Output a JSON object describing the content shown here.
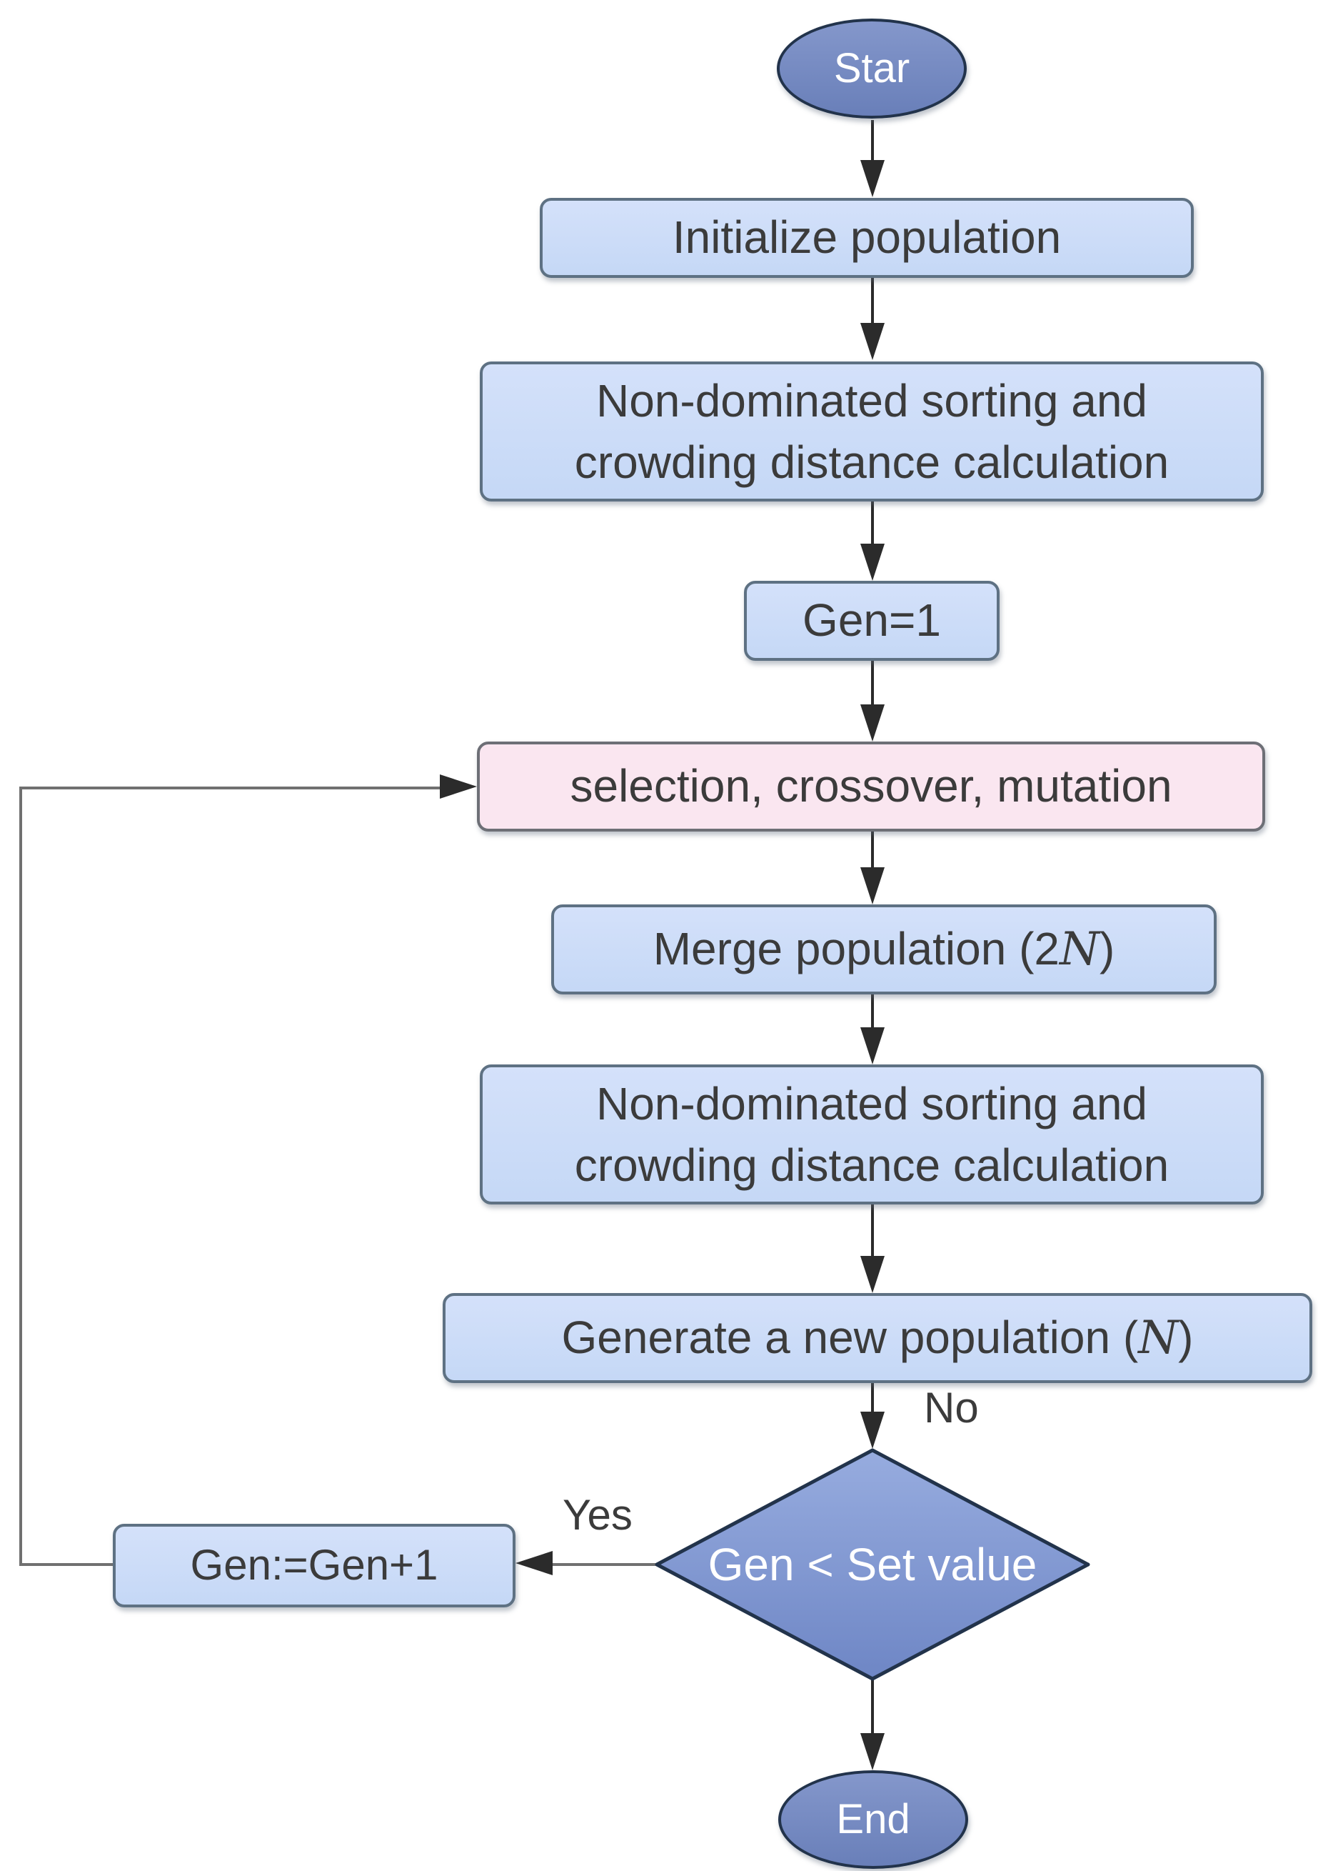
{
  "nodes": {
    "start": {
      "label": "Star"
    },
    "initialize": {
      "label": "Initialize population"
    },
    "sorting1": {
      "line1": "Non-dominated sorting and",
      "line2": "crowding distance calculation"
    },
    "gen_init": {
      "label": "Gen=1"
    },
    "variation": {
      "label": "selection, crossover, mutation"
    },
    "merge": {
      "prefix": "Merge population (2",
      "variable": "N",
      "suffix": ")"
    },
    "sorting2": {
      "line1": "Non-dominated sorting and",
      "line2": "crowding distance calculation"
    },
    "generate": {
      "prefix": "Generate a new population (",
      "variable": "N",
      "suffix": ")"
    },
    "decision": {
      "label": "Gen < Set value"
    },
    "increment": {
      "label": "Gen:=Gen+1"
    },
    "end": {
      "label": "End"
    }
  },
  "edge_labels": {
    "yes": "Yes",
    "no": "No"
  },
  "colors": {
    "process_fill": "#c9dbf7",
    "process_border": "#5e7183",
    "variation_fill": "#fae6f0",
    "variation_border": "#6d6f76",
    "terminal_fill": "#7084bc",
    "terminal_border": "#22334b",
    "decision_fill_top": "#95abdf",
    "decision_fill_bottom": "#6f87c6",
    "arrow_color": "#2b2b2b",
    "loop_line_color": "#707070",
    "text_dark": "#3b3b3b",
    "text_light": "#ffffff",
    "background": "#ffffff"
  }
}
